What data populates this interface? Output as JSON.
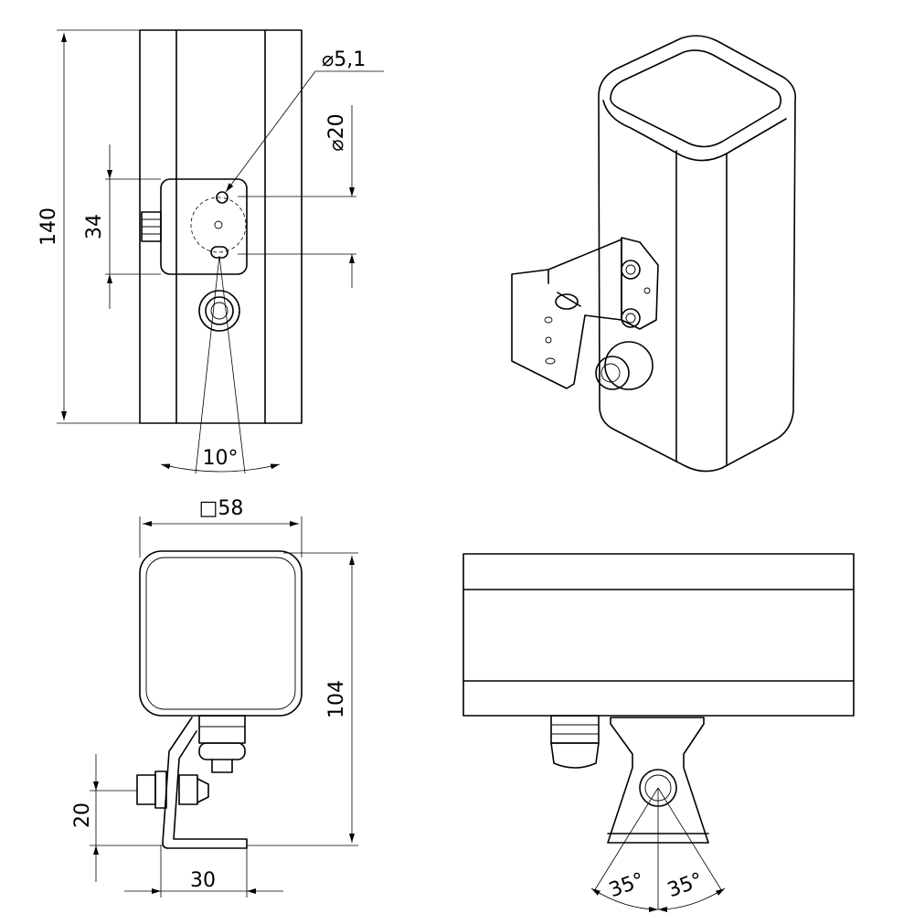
{
  "drawing": {
    "front_view": {
      "height_dim": "140",
      "bracket_dim": "34",
      "hole_dim": "5,1",
      "circle_dim": "20",
      "angle_dim": "10°"
    },
    "top_view": {
      "square_dim": "58",
      "depth_dim": "104",
      "offset_dim": "20",
      "bracket_width_dim": "30"
    },
    "side_view": {
      "angle_left": "35°",
      "angle_right": "35°"
    },
    "symbols": {
      "diameter": "⌀",
      "square": "□"
    }
  }
}
